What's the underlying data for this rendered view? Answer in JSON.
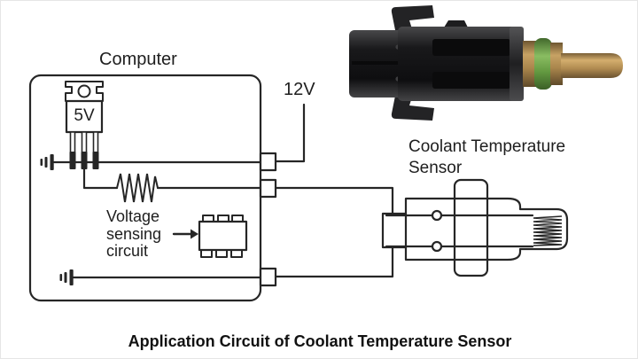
{
  "caption": "Application Circuit of Coolant Temperature Sensor",
  "labels": {
    "computer": "Computer",
    "regulator": "5V",
    "supply": "12V",
    "voltage_sensing": "Voltage\nsensing\ncircuit",
    "sensor": "Coolant Temperature\nSensor"
  },
  "colors": {
    "line": "#262626",
    "text": "#1e1e1e",
    "background": "#ffffff",
    "sensor_plastic": "#1c1c1e",
    "sensor_oring": "#6ba046",
    "sensor_probe": "#b08b50"
  },
  "components": [
    "computer-box",
    "voltage-regulator-5v",
    "chassis-ground-top",
    "chassis-ground-bottom",
    "resistor",
    "voltage-sensing-ic",
    "connector-terminal-12v",
    "connector-terminal-signal",
    "connector-terminal-ground",
    "wiring-harness-loop",
    "sensor-connector-plug",
    "sensor-body",
    "sensor-mounting-flange",
    "terminal-eyelets",
    "thermistor-element",
    "coolant-sensor-photo"
  ]
}
